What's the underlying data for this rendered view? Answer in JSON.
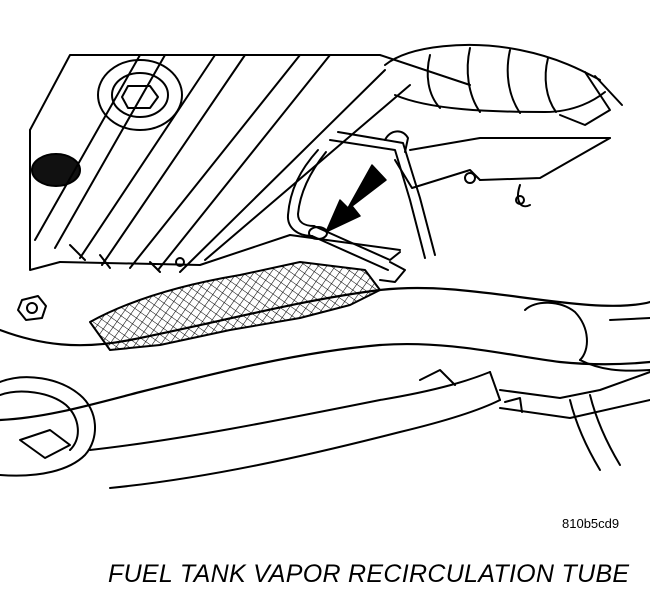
{
  "figure": {
    "code": "810b5cd9",
    "caption": "FUEL TANK VAPOR RECIRCULATION TUBE"
  },
  "illustration": {
    "subject": "underbody-fuel-tank-area",
    "callout": "arrow-pointing-to-vapor-recirculation-tube",
    "colors": {
      "ink": "#000000",
      "paper": "#ffffff"
    }
  }
}
